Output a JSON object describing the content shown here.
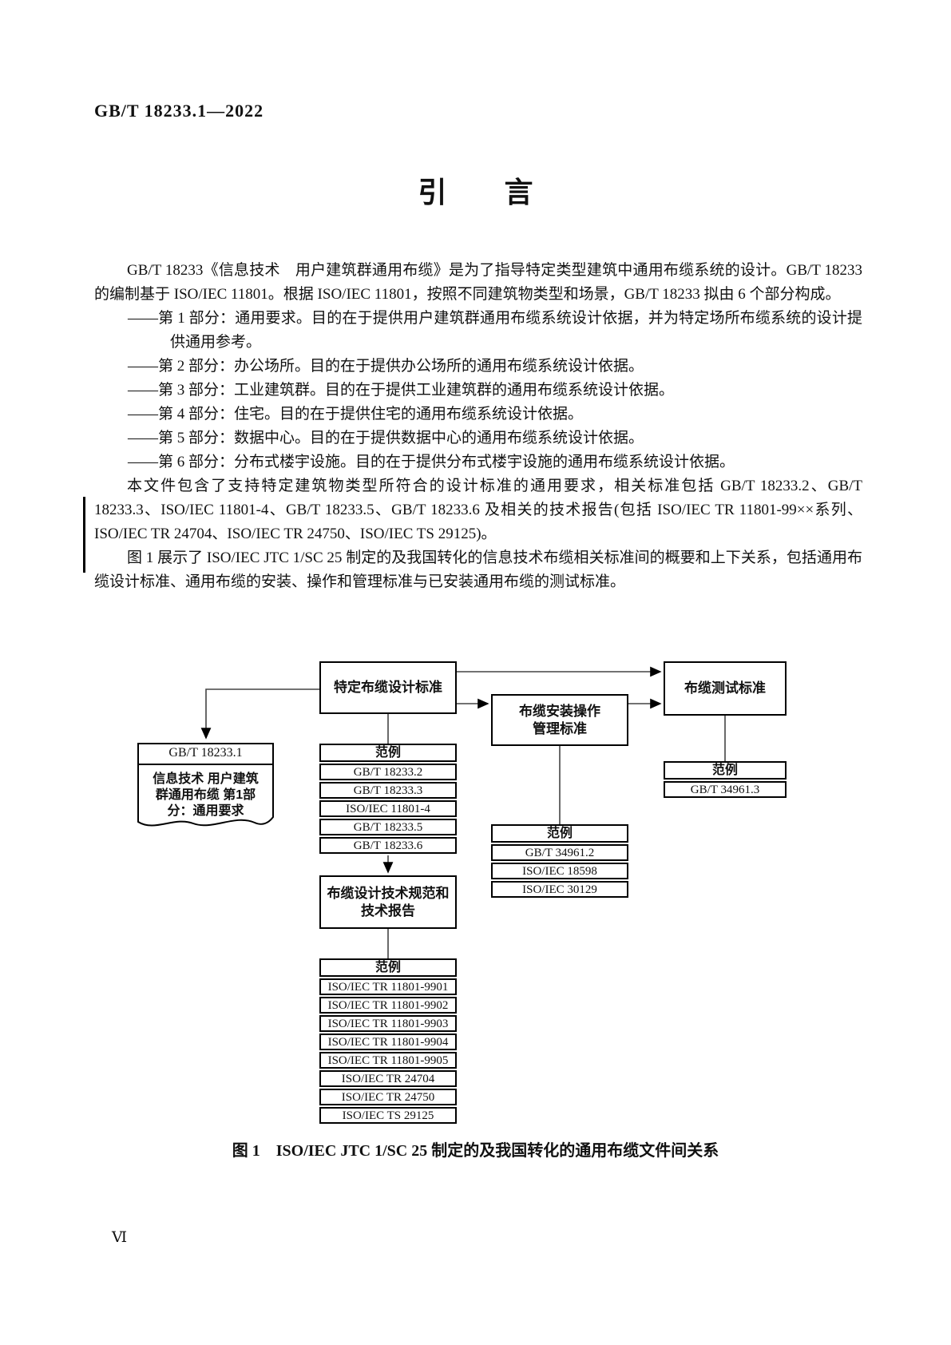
{
  "page": {
    "doc_number": "GB/T 18233.1—2022",
    "title": "引　　言",
    "page_number": "Ⅵ"
  },
  "paragraphs": {
    "p1": "GB/T 18233《信息技术　用户建筑群通用布缆》是为了指导特定类型建筑中通用布缆系统的设计。GB/T 18233 的编制基于 ISO/IEC 11801。根据 ISO/IEC 11801，按照不同建筑物类型和场景，GB/T 18233 拟由 6 个部分构成。",
    "items": [
      "——第 1 部分：通用要求。目的在于提供用户建筑群通用布缆系统设计依据，并为特定场所布缆系统的设计提供通用参考。",
      "——第 2 部分：办公场所。目的在于提供办公场所的通用布缆系统设计依据。",
      "——第 3 部分：工业建筑群。目的在于提供工业建筑群的通用布缆系统设计依据。",
      "——第 4 部分：住宅。目的在于提供住宅的通用布缆系统设计依据。",
      "——第 5 部分：数据中心。目的在于提供数据中心的通用布缆系统设计依据。",
      "——第 6 部分：分布式楼宇设施。目的在于提供分布式楼宇设施的通用布缆系统设计依据。"
    ],
    "p2": "本文件包含了支持特定建筑物类型所符合的设计标准的通用要求，相关标准包括 GB/T 18233.2、GB/T 18233.3、ISO/IEC 11801-4、GB/T 18233.5、GB/T 18233.6 及相关的技术报告(包括 ISO/IEC TR 11801-99××系列、ISO/IEC TR 24704、ISO/IEC TR 24750、ISO/IEC TS 29125)。",
    "p3": "图 1 展示了 ISO/IEC JTC 1/SC 25 制定的及我国转化的信息技术布缆相关标准间的概要和上下关系，包括通用布缆设计标准、通用布缆的安装、操作和管理标准与已安装通用布缆的测试标准。"
  },
  "figure": {
    "caption": "图 1　ISO/IEC JTC 1/SC 25 制定的及我国转化的通用布缆文件间关系",
    "boxes": {
      "specific_design": "特定布缆设计标准",
      "install_line1": "布缆安装操作",
      "install_line2": "管理标准",
      "test": "布缆测试标准",
      "design_tr_line1": "布缆设计技术规范和",
      "design_tr_line2": "技术报告",
      "doc_header": "GB/T 18233.1",
      "doc_body_line1": "信息技术 用户建筑",
      "doc_body_line2": "群通用布缆 第1部",
      "doc_body_line3": "分：通用要求"
    },
    "tables": {
      "design_examples": {
        "header": "范例",
        "rows": [
          "GB/T 18233.2",
          "GB/T 18233.3",
          "ISO/IEC 11801-4",
          "GB/T 18233.5",
          "GB/T 18233.6"
        ]
      },
      "install_examples": {
        "header": "范例",
        "rows": [
          "GB/T 34961.2",
          "ISO/IEC 18598",
          "ISO/IEC 30129"
        ]
      },
      "test_examples": {
        "header": "范例",
        "rows": [
          "GB/T 34961.3"
        ]
      },
      "tr_examples": {
        "header": "范例",
        "rows": [
          "ISO/IEC TR 11801-9901",
          "ISO/IEC TR 11801-9902",
          "ISO/IEC TR 11801-9903",
          "ISO/IEC TR 11801-9904",
          "ISO/IEC TR 11801-9905",
          "ISO/IEC TR 24704",
          "ISO/IEC TR 24750",
          "ISO/IEC TS 29125"
        ]
      }
    }
  }
}
